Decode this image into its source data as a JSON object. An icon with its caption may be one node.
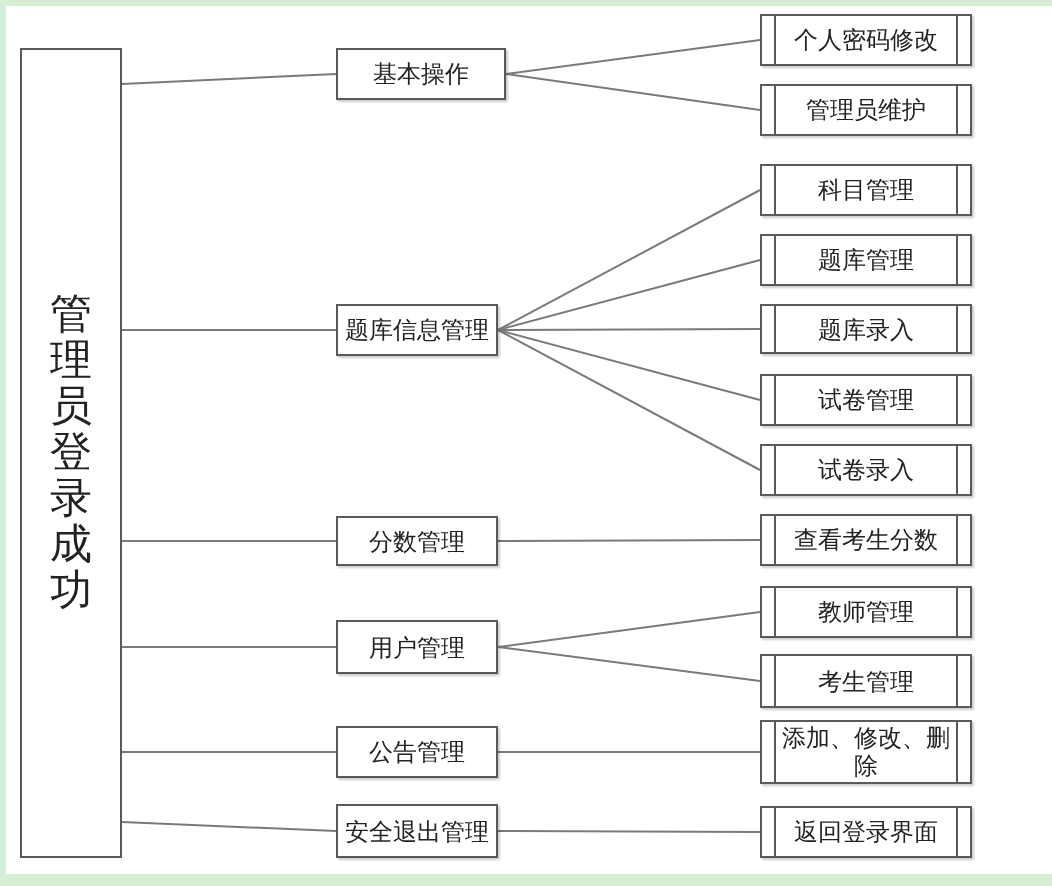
{
  "diagram": {
    "nodes": [
      {
        "text": [
          "管理员登录成功"
        ]
      },
      {
        "text": [
          "基本操作"
        ]
      },
      {
        "text": [
          "个人密码修改"
        ]
      },
      {
        "text": [
          "管理员维护"
        ]
      },
      {
        "text": [
          "题库信息管理"
        ]
      },
      {
        "text": [
          "科目管理"
        ]
      },
      {
        "text": [
          "题库管理"
        ]
      },
      {
        "text": [
          "题库录入"
        ]
      },
      {
        "text": [
          "试卷管理"
        ]
      },
      {
        "text": [
          "试卷录入"
        ]
      },
      {
        "text": [
          "分数管理"
        ]
      },
      {
        "text": [
          "查看考生分数"
        ]
      },
      {
        "text": [
          "用户管理"
        ]
      },
      {
        "text": [
          "教师管理"
        ]
      },
      {
        "text": [
          "考生管理"
        ]
      },
      {
        "text": [
          "公告管理"
        ]
      },
      {
        "text": [
          "添加、修改、删除"
        ]
      },
      {
        "text": [
          "安全退出管理"
        ]
      },
      {
        "text": [
          "返回登录界面"
        ]
      }
    ],
    "edges": [
      {
        "from": 0,
        "to": 1,
        "arrow": "none"
      },
      {
        "from": 1,
        "to": 2,
        "arrow": "none"
      },
      {
        "from": 1,
        "to": 3,
        "arrow": "none"
      },
      {
        "from": 0,
        "to": 4,
        "arrow": "none"
      },
      {
        "from": 4,
        "to": 5,
        "arrow": "none"
      },
      {
        "from": 4,
        "to": 6,
        "arrow": "none"
      },
      {
        "from": 4,
        "to": 7,
        "arrow": "none"
      },
      {
        "from": 4,
        "to": 8,
        "arrow": "none"
      },
      {
        "from": 4,
        "to": 9,
        "arrow": "none"
      },
      {
        "from": 0,
        "to": 10,
        "arrow": "none"
      },
      {
        "from": 10,
        "to": 11,
        "arrow": "none"
      },
      {
        "from": 0,
        "to": 12,
        "arrow": "none"
      },
      {
        "from": 12,
        "to": 13,
        "arrow": "none"
      },
      {
        "from": 12,
        "to": 14,
        "arrow": "none"
      },
      {
        "from": 0,
        "to": 15,
        "arrow": "none"
      },
      {
        "from": 15,
        "to": 16,
        "arrow": "none"
      },
      {
        "from": 0,
        "to": 17,
        "arrow": "none"
      },
      {
        "from": 17,
        "to": 18,
        "arrow": "none"
      }
    ]
  }
}
